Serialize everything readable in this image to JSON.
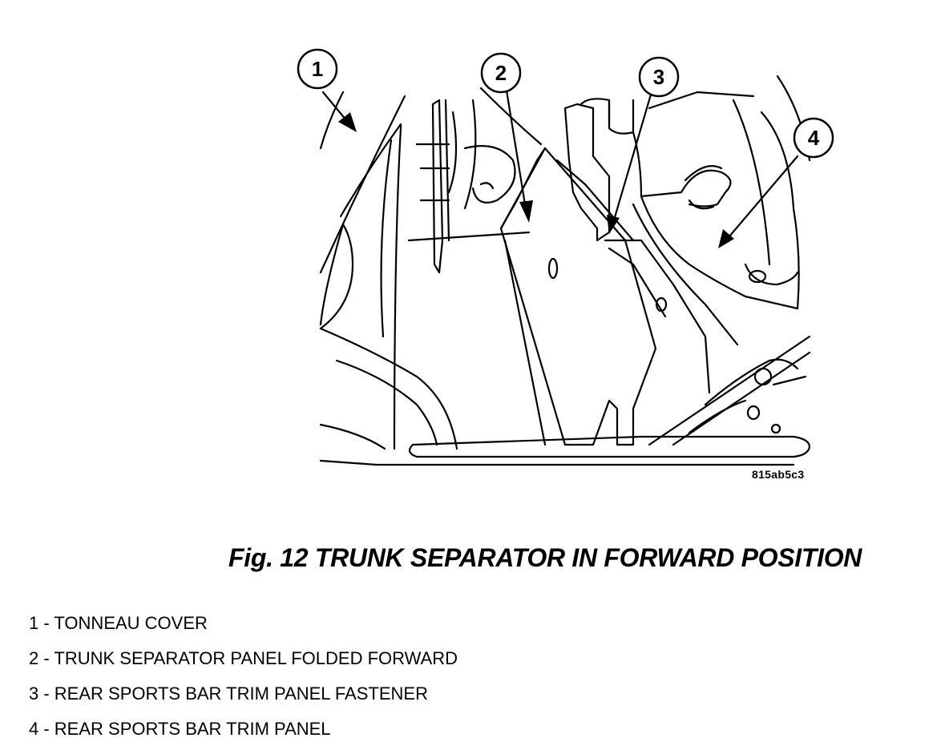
{
  "figure": {
    "code": "815ab5c3",
    "caption": "Fig. 12 TRUNK SEPARATOR IN FORWARD POSITION"
  },
  "callouts": [
    {
      "number": "1"
    },
    {
      "number": "2"
    },
    {
      "number": "3"
    },
    {
      "number": "4"
    }
  ],
  "legend": [
    "1 - TONNEAU COVER",
    "2 - TRUNK SEPARATOR PANEL FOLDED FORWARD",
    "3 - REAR SPORTS BAR TRIM PANEL FASTENER",
    "4 - REAR SPORTS BAR TRIM PANEL"
  ]
}
